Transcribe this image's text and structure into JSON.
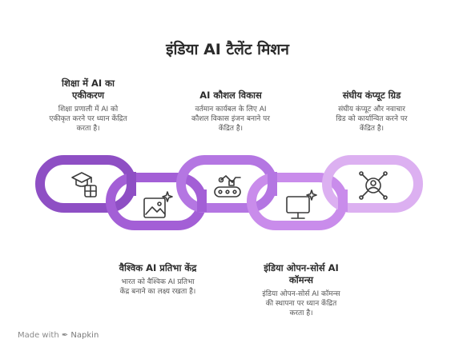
{
  "title": "इंडिया AI टैलेंट मिशन",
  "blocks": {
    "b1": {
      "head_line1": "शिक्षा में AI का",
      "head_line2": "एकीकरण",
      "desc_line1": "शिक्षा प्रणाली में AI को",
      "desc_line2": "एकीकृत करने पर ध्यान केंद्रित",
      "desc_line3": "करता है।"
    },
    "b2": {
      "head": "AI कौशल विकास",
      "desc_line1": "वर्तमान कार्यबल के लिए AI",
      "desc_line2": "कौशल विकास इंजन बनाने पर",
      "desc_line3": "केंद्रित है।"
    },
    "b3": {
      "head": "संघीय कंप्यूट ग्रिड",
      "desc_line1": "संघीय कंप्यूट और नवाचार",
      "desc_line2": "ग्रिड को कार्यान्वित करने पर",
      "desc_line3": "केंद्रित है।"
    },
    "b4": {
      "head": "वैश्विक AI प्रतिभा केंद्र",
      "desc_line1": "भारत को वैश्विक AI प्रतिभा",
      "desc_line2": "केंद्र बनाने का लक्ष्य रखता है।"
    },
    "b5": {
      "head_line1": "इंडिया ओपन-सोर्स AI",
      "head_line2": "कॉमन्स",
      "desc_line1": "इंडिया ओपन-सोर्स AI कॉमन्स",
      "desc_line2": "की स्थापना पर ध्यान केंद्रित",
      "desc_line3": "करता है।"
    }
  },
  "icons": [
    "graduation-cap-icon",
    "image-sparkle-icon",
    "robot-arm-conveyor-icon",
    "monitor-sparkle-icon",
    "network-person-icon"
  ],
  "colors": {
    "ring1": "#8e4fc4",
    "ring2": "#a35fd6",
    "ring3": "#b476e2",
    "ring4": "#c98ceb",
    "ring5": "#dcb0f1",
    "icon": "#3c3c3c"
  },
  "footer": {
    "made_with": "Made with",
    "brand": "Napkin"
  }
}
